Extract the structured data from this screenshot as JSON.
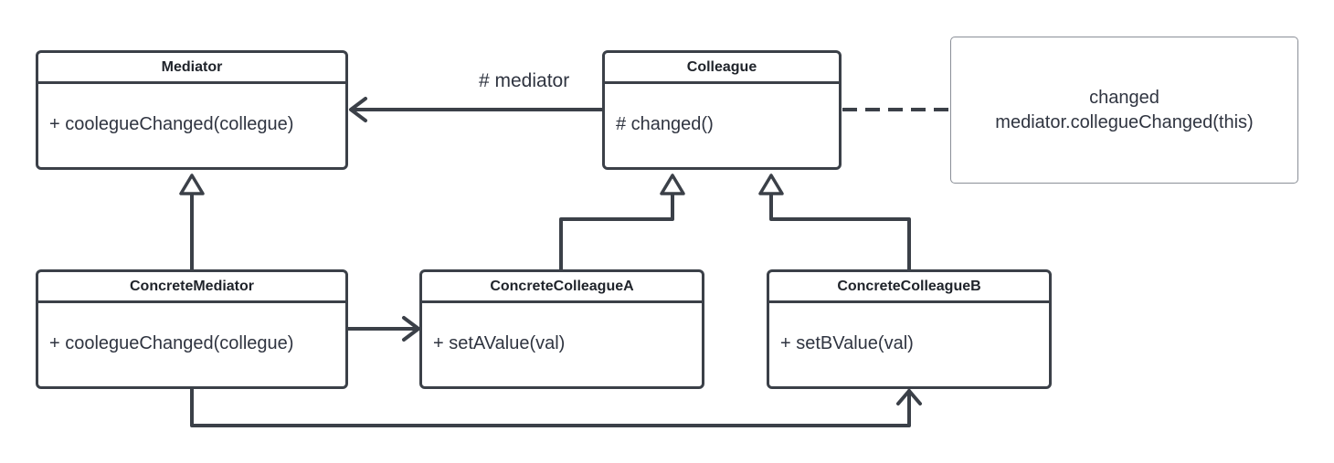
{
  "classes": {
    "mediator": {
      "name": "Mediator",
      "member": "+ coolegueChanged(collegue)"
    },
    "colleague": {
      "name": "Colleague",
      "member": "# changed()"
    },
    "concrete_mediator": {
      "name": "ConcreteMediator",
      "member": "+ coolegueChanged(collegue)"
    },
    "concrete_colleague_a": {
      "name": "ConcreteColleagueA",
      "member": "+ setAValue(val)"
    },
    "concrete_colleague_b": {
      "name": "ConcreteColleagueB",
      "member": "+ setBValue(val)"
    }
  },
  "note": {
    "line1": "changed",
    "line2": "mediator.collegueChanged(this)"
  },
  "association_label": "# mediator",
  "colors": {
    "stroke": "#3b4048",
    "text": "#2f3440",
    "note_border": "#8a8f97",
    "background": "#ffffff"
  }
}
